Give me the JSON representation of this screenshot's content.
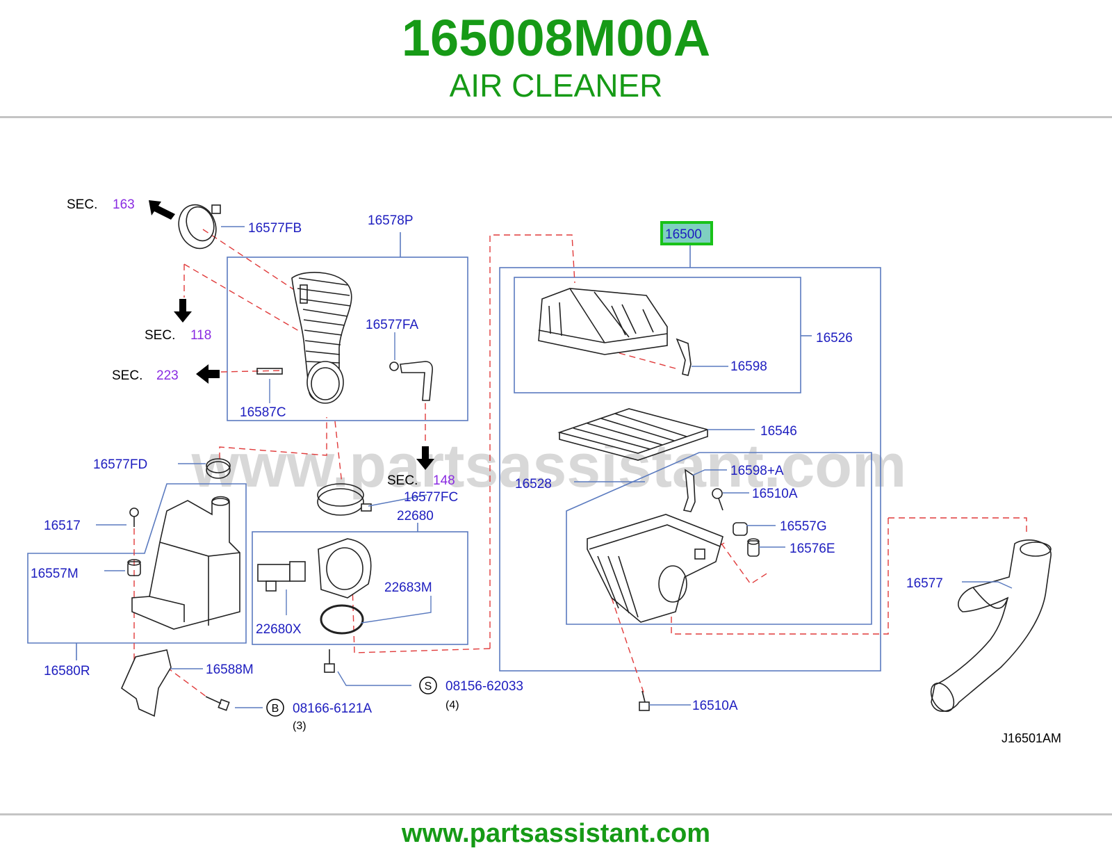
{
  "header": {
    "part_number": "165008M00A",
    "part_name": "AIR CLEANER"
  },
  "colors": {
    "brand_green": "#169a16",
    "label_blue": "#1d1dbf",
    "section_purple": "#8a2be2",
    "frame_blue": "#5a7abf",
    "leader_red": "#e03a3a",
    "highlight_green": "#19c219",
    "highlight_fill": "#7fd0c0",
    "watermark_gray": "#d8d8d8"
  },
  "diagram": {
    "watermark": "www.partsassistant.com",
    "drawing_code": "J16501AM",
    "highlighted_part": "16500",
    "part_labels": [
      "16577FB",
      "16578P",
      "16577FA",
      "16587C",
      "16577FD",
      "16577FC",
      "16517",
      "16557M",
      "16580R",
      "16588M",
      "22680",
      "22683M",
      "22680X",
      "16500",
      "16526",
      "16598",
      "16546",
      "16528",
      "16598+A",
      "16510A",
      "16557G",
      "16576E",
      "16577",
      "16510A"
    ],
    "sections": [
      {
        "prefix": "SEC.",
        "number": "163"
      },
      {
        "prefix": "SEC.",
        "number": "118"
      },
      {
        "prefix": "SEC.",
        "number": "223"
      },
      {
        "prefix": "SEC.",
        "number": "148"
      }
    ],
    "fasteners": [
      {
        "symbol": "S",
        "part": "08156-62033",
        "qty": "(4)"
      },
      {
        "symbol": "B",
        "part": "08166-6121A",
        "qty": "(3)"
      }
    ]
  },
  "footer": {
    "url": "www.partsassistant.com"
  }
}
